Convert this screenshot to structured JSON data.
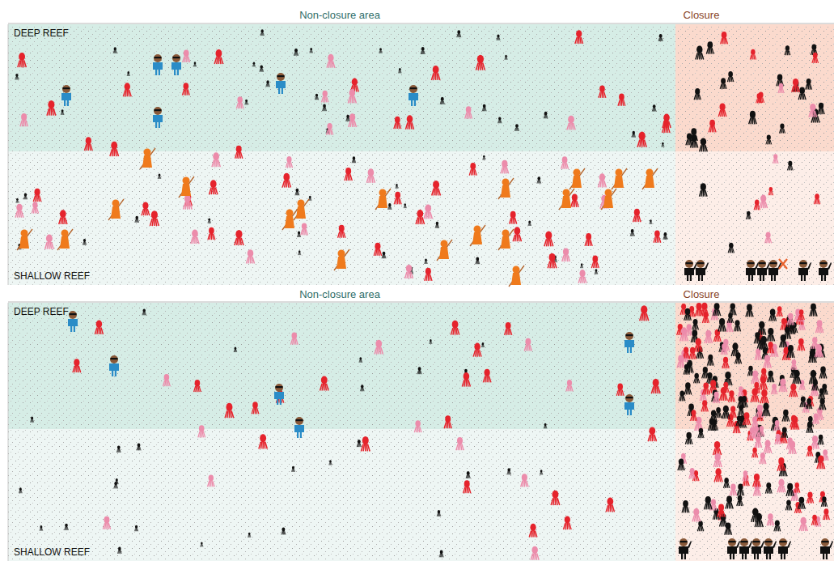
{
  "diagram": {
    "nodes": [
      {
        "text": [
          "DEEP REEF"
        ]
      },
      {
        "text": [
          "SHALLOW REEF"
        ]
      },
      {
        "text": [
          "DEEP REEF"
        ]
      },
      {
        "text": [
          "SHALLOW REEF"
        ]
      }
    ],
    "labels": [
      "Non-closure area",
      "Closure",
      "Non-closure area",
      "Closure"
    ]
  }
}
